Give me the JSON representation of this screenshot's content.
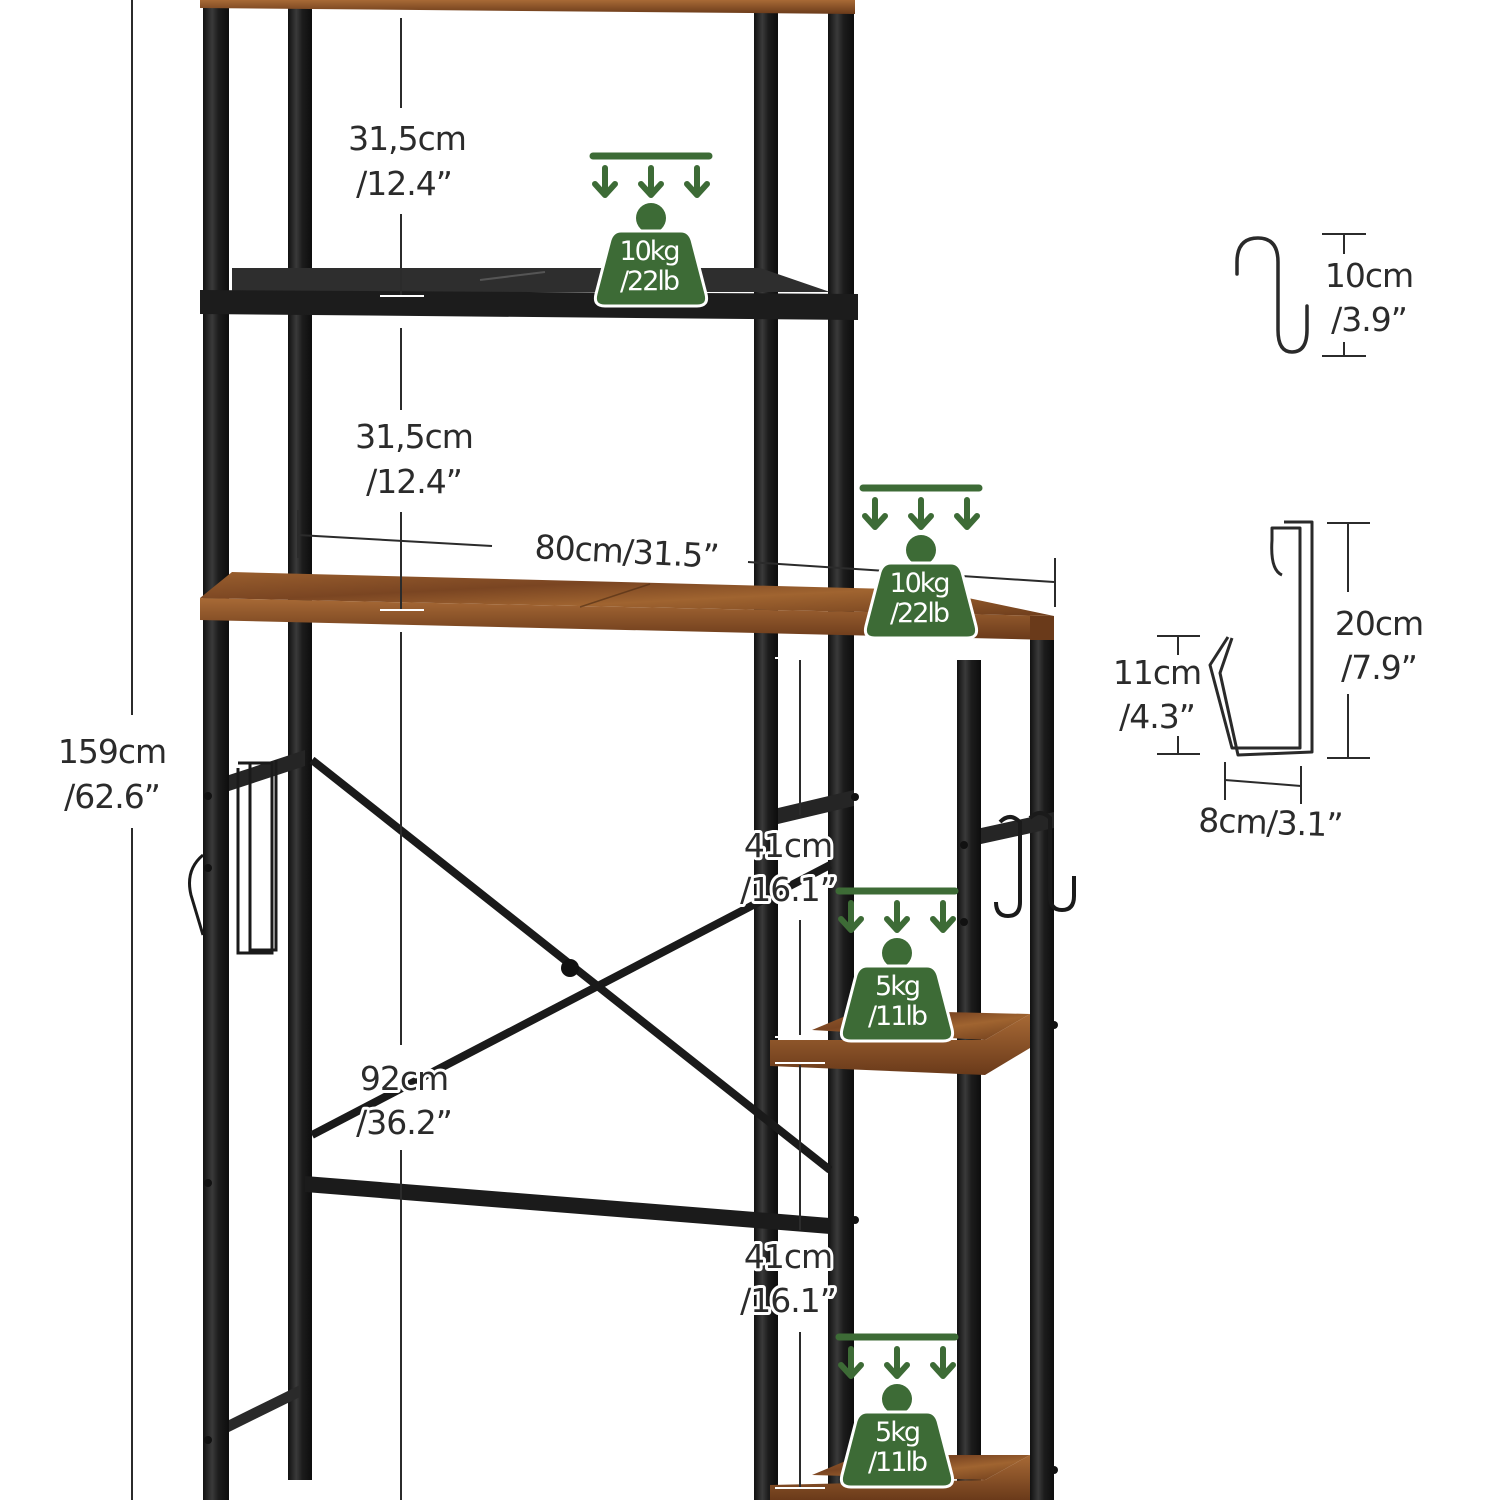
{
  "colors": {
    "wood": "#8a5328",
    "wood_dark": "#5e3518",
    "metal": "#1f1f1f",
    "metal_highlight": "#444444",
    "badge_green": "#3d6b36",
    "dim_line": "#2b2b2b"
  },
  "dimensions": {
    "total_height": {
      "cm": "159cm",
      "in": "/62.6”"
    },
    "top_shelf_gap": {
      "cm": "31,5cm",
      "in": "/12.4”"
    },
    "middle_shelf_gap": {
      "cm": "31,5cm",
      "in": "/12.4”"
    },
    "width": {
      "label": "80cm/31.5”"
    },
    "clearance_height": {
      "cm": "92cm",
      "in": "/36.2”"
    },
    "side_shelf_gap_upper": {
      "cm": "41cm",
      "in": "/16.1”"
    },
    "side_shelf_gap_lower": {
      "cm": "41cm",
      "in": "/16.1”"
    }
  },
  "load_badges": [
    {
      "icon": "weight-load-icon",
      "kg": "10kg",
      "lb": "/22lb"
    },
    {
      "icon": "weight-load-icon",
      "kg": "10kg",
      "lb": "/22lb"
    },
    {
      "icon": "weight-load-icon",
      "kg": "5kg",
      "lb": "/11lb"
    },
    {
      "icon": "weight-load-icon",
      "kg": "5kg",
      "lb": "/11lb"
    }
  ],
  "hooks": {
    "s_hook": {
      "icon": "s-hook-icon",
      "height_cm": "10cm",
      "height_in": "/3.9”"
    },
    "towel_hook": {
      "icon": "over-rail-hook-icon",
      "height_cm": "20cm",
      "height_in": "/7.9”",
      "lip_cm": "11cm",
      "lip_in": "/4.3”",
      "depth_label": "8cm/3.1”"
    }
  }
}
